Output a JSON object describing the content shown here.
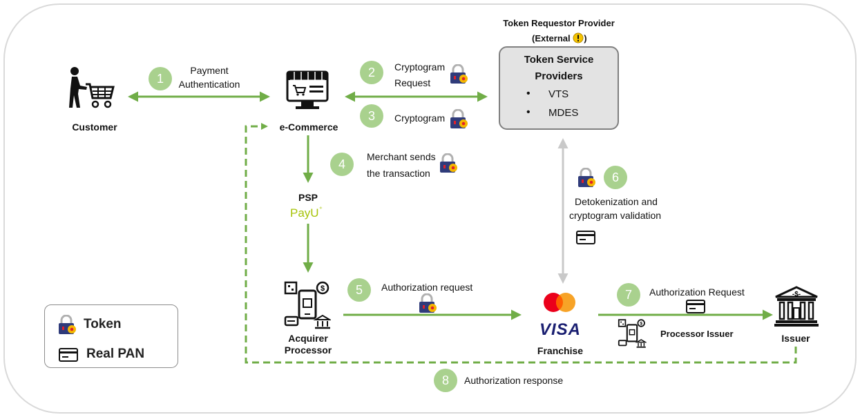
{
  "legend": {
    "token_label": "Token",
    "real_pan_label": "Real PAN"
  },
  "nodes": {
    "customer": "Customer",
    "ecommerce": "e-Commerce",
    "psp": "PSP",
    "psp_brand": "PayU",
    "acquirer_line1": "Acquirer",
    "acquirer_line2": "Processor",
    "franchise": "Franchise",
    "franchise_brand": "VISA",
    "processor_issuer": "Processor Issuer",
    "issuer": "Issuer",
    "trp_title": "Token Requestor Provider",
    "trp_external": "(External",
    "trp_external_close": ")",
    "tsp_title_line1": "Token Service",
    "tsp_title_line2": "Providers",
    "tsp_items": [
      "VTS",
      "MDES"
    ]
  },
  "steps": [
    {
      "number": "1",
      "line1": "Payment",
      "line2": "Authentication"
    },
    {
      "number": "2",
      "line1": "Cryptogram",
      "line2": "Request"
    },
    {
      "number": "3",
      "line1": "Cryptogram",
      "line2": ""
    },
    {
      "number": "4",
      "line1": "Merchant sends",
      "line2": "the transaction"
    },
    {
      "number": "5",
      "line1": "Authorization request",
      "line2": ""
    },
    {
      "number": "6",
      "line1": "Detokenization and",
      "line2": "cryptogram validation"
    },
    {
      "number": "7",
      "line1": "Authorization Request",
      "line2": ""
    },
    {
      "number": "8",
      "line1": "Authorization response",
      "line2": ""
    }
  ],
  "colors": {
    "arrow_green": "#70ad47",
    "step_circle": "#a9d18e",
    "tsp_fill": "#e3e3e3",
    "gray_arrow": "#c9c9c9",
    "lock_body": "#2f3b7a",
    "lock_badge": "#f5b800",
    "mastercard_red": "#eb001b",
    "mastercard_orange": "#f79e1b",
    "visa_blue": "#1a1f71",
    "payu_green": "#a6c307"
  }
}
